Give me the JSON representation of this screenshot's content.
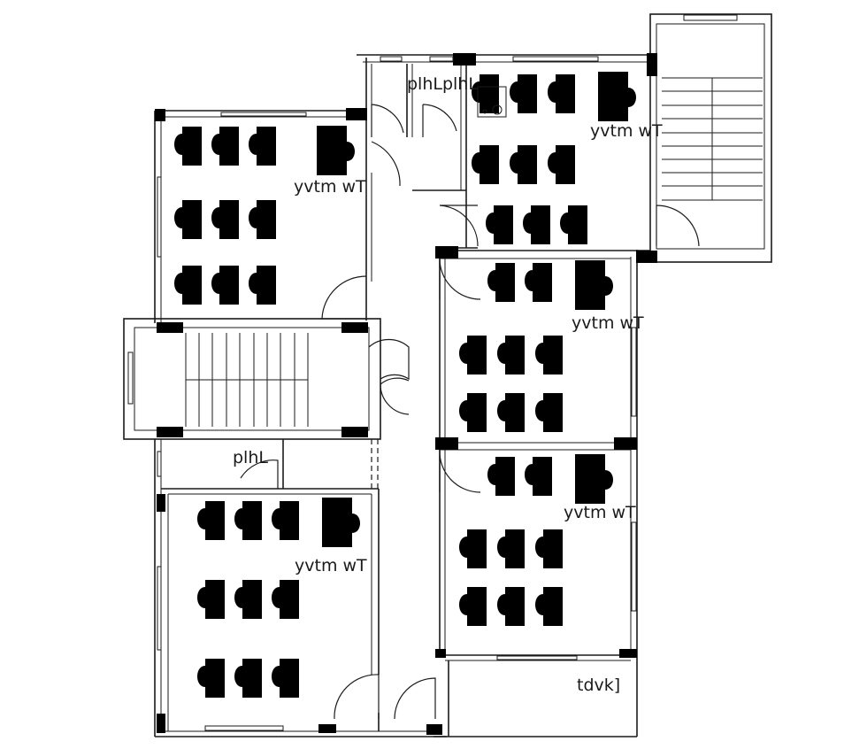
{
  "plan": {
    "labels": {
      "office_upper_left": "yvtm  wT",
      "office_upper_right": "yvtm  wT",
      "office_mid_right": "yvtm  wT",
      "office_lower_right": "yvtm  wT",
      "office_lower_left": "yvtm  wT",
      "toilet_upper": "plhLplhL",
      "toilet_lower": "plhL",
      "balcony": "tdvk]"
    },
    "rooms": [
      {
        "name": "office-upper-left",
        "label_key": "office_upper_left",
        "desks": 9,
        "executive_desk": true
      },
      {
        "name": "office-upper-right",
        "label_key": "office_upper_right",
        "desks": 9,
        "executive_desk": true
      },
      {
        "name": "office-mid-right",
        "label_key": "office_mid_right",
        "desks": 8,
        "executive_desk": true
      },
      {
        "name": "office-lower-right",
        "label_key": "office_lower_right",
        "desks": 8,
        "executive_desk": true
      },
      {
        "name": "office-lower-left",
        "label_key": "office_lower_left",
        "desks": 9,
        "executive_desk": true
      }
    ],
    "staircases": 2
  }
}
